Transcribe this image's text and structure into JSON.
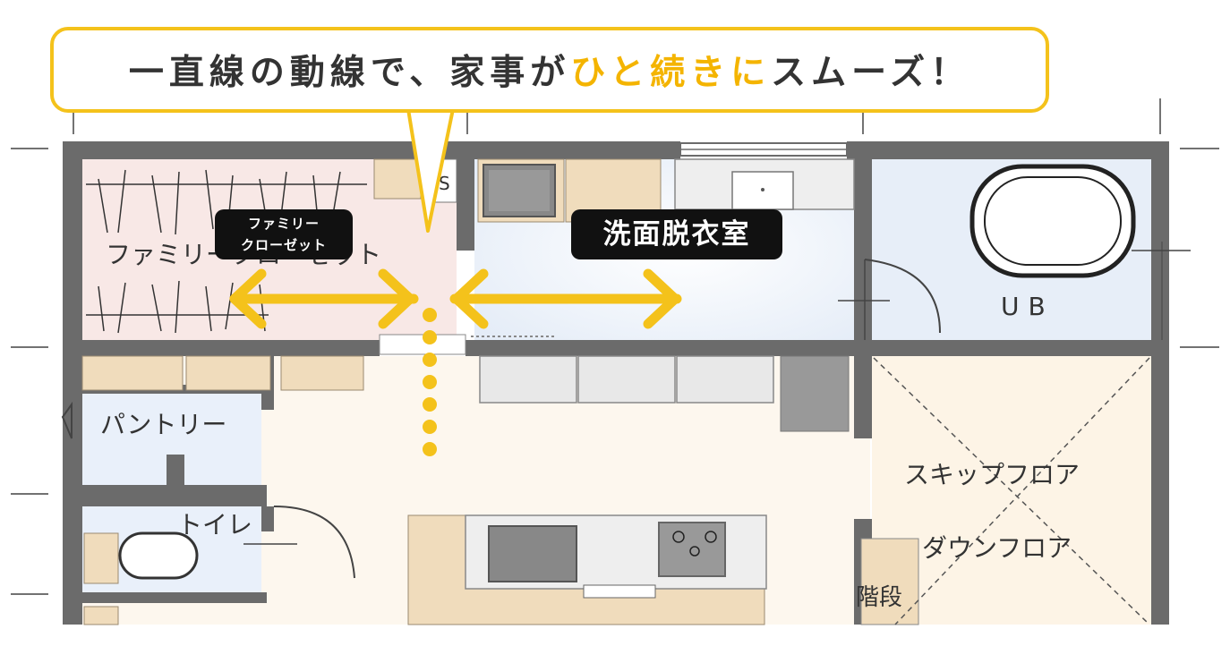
{
  "callout": {
    "text_before": "一直線の動線で、家事が",
    "text_highlight": "ひと続き",
    "text_middle": "に",
    "text_after": "スムーズ！"
  },
  "tags": {
    "family_closet_line1": "ファミリー",
    "family_closet_line2": "クローゼット",
    "washroom": "洗面脱衣室"
  },
  "rooms": {
    "family_closet": "ファミリークローゼット",
    "pantry": "パントリー",
    "toilet": "トイレ",
    "bath": "UB",
    "ps": "PS",
    "skip_floor": "スキップフロア",
    "down_floor": "ダウンフロア",
    "stairs": "階段"
  },
  "colors": {
    "accent_yellow": "#f4c21b",
    "wall": "#6b6b6b",
    "wood": "#f0dcbc",
    "bath_blue": "#e7eef8",
    "closet_pink": "#f8e8e6",
    "tag_black": "#111111"
  }
}
